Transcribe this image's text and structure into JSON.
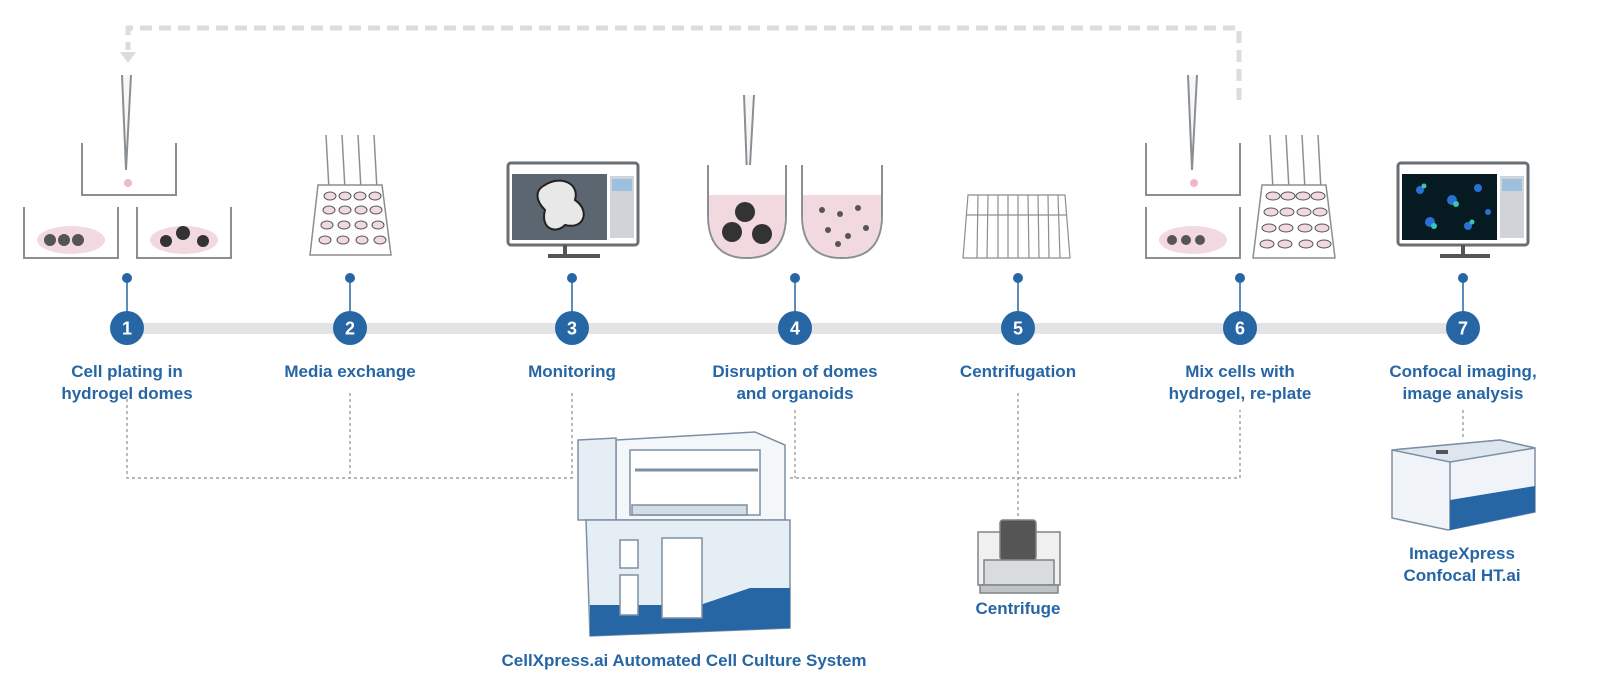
{
  "colors": {
    "brand_blue": "#2766a4",
    "timeline_gray": "#e3e3e3",
    "outline_gray": "#8a8f94",
    "pink": "#f2d8df",
    "light_panel": "#e6eef5"
  },
  "steps": [
    {
      "number": "1",
      "label": "Cell plating in\nhydrogel domes",
      "icon": "dome-plating-icon"
    },
    {
      "number": "2",
      "label": "Media exchange",
      "icon": "multiwell-pipette-icon"
    },
    {
      "number": "3",
      "label": "Monitoring",
      "icon": "monitor-organoid-icon"
    },
    {
      "number": "4",
      "label": "Disruption of domes\nand organoids",
      "icon": "beaker-disruption-icon"
    },
    {
      "number": "5",
      "label": "Centrifugation",
      "icon": "tube-rack-icon"
    },
    {
      "number": "6",
      "label": "Mix cells with\nhydrogel, re-plate",
      "icon": "replate-icon"
    },
    {
      "number": "7",
      "label": "Confocal imaging,\nimage analysis",
      "icon": "monitor-fluorescence-icon"
    }
  ],
  "instruments": {
    "cellxpress": "CellXpress.ai Automated Cell Culture System",
    "centrifuge": "Centrifuge",
    "imagexpress": "ImageXpress\nConfocal HT.ai"
  }
}
